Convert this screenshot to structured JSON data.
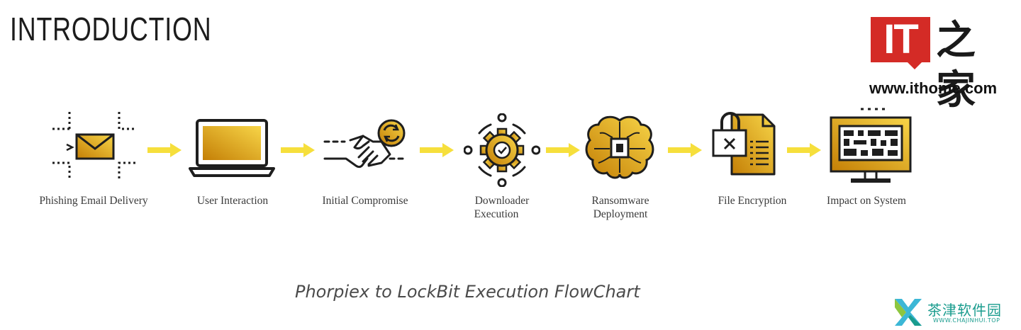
{
  "header": {
    "title": "INTRODUCTION"
  },
  "logo": {
    "it_text": "IT",
    "home_text": "之家",
    "url": "www.ithome.com"
  },
  "steps": [
    {
      "label": "Phishing Email Delivery",
      "icon": "email-icon"
    },
    {
      "label": "User Interaction",
      "icon": "laptop-icon"
    },
    {
      "label": "Initial Compromise",
      "icon": "handshake-icon"
    },
    {
      "label_line1": "Downloader",
      "label_line2": "Execution",
      "icon": "gear-check-icon"
    },
    {
      "label_line1": "Ransomware",
      "label_line2": "Deployment",
      "icon": "brain-chip-icon"
    },
    {
      "label": "File Encryption",
      "icon": "locked-file-icon"
    },
    {
      "label": "Impact on System",
      "icon": "monitor-icon"
    }
  ],
  "caption": "Phorpiex to LockBit Execution FlowChart",
  "watermark": {
    "cn": "茶津软件园",
    "en": "WWW.CHAJINHUI.TOP"
  },
  "colors": {
    "accent_dark": "#c98a0b",
    "accent_light": "#f4cd3a",
    "arrow": "#f6df3c",
    "ink": "#1e1e1e"
  }
}
